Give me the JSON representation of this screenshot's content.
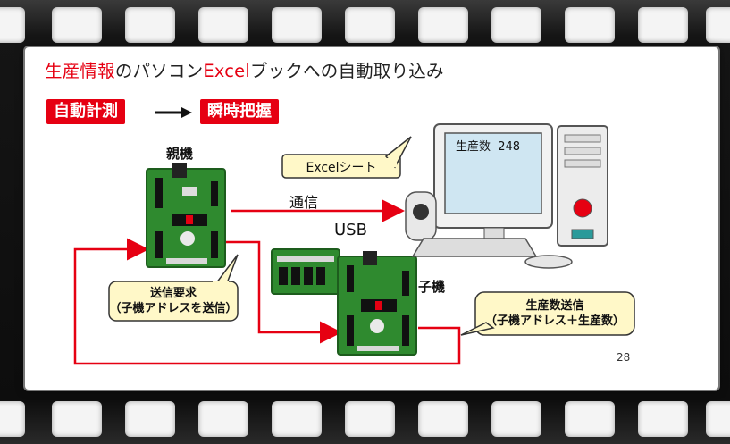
{
  "slide": {
    "title_part1": "生産情報",
    "title_part2": "のパソコン",
    "title_part3": "Excel",
    "title_part4": "ブックへの自動取り込み",
    "flow_from": "自動計測",
    "flow_to": "瞬時把握",
    "parent_label": "親機",
    "child_label": "子機",
    "comm_label": "通信",
    "usb_label": "USB",
    "excel_callout": "Excelシート",
    "screen_text": "生産数  248",
    "send_request_line1": "送信要求",
    "send_request_line2": "（子機アドレスを送信）",
    "count_send_line1": "生産数送信",
    "count_send_line2": "（子機アドレス＋生産数）",
    "page_number": "28"
  },
  "colors": {
    "accent_red": "#e60012",
    "callout_fill": "#fff8c8",
    "pcb_green": "#2f8a2f",
    "film_background": "#111111"
  },
  "icons": [
    "film-strip",
    "circuit-board",
    "desktop-computer",
    "speaker",
    "keyboard",
    "mouse"
  ]
}
